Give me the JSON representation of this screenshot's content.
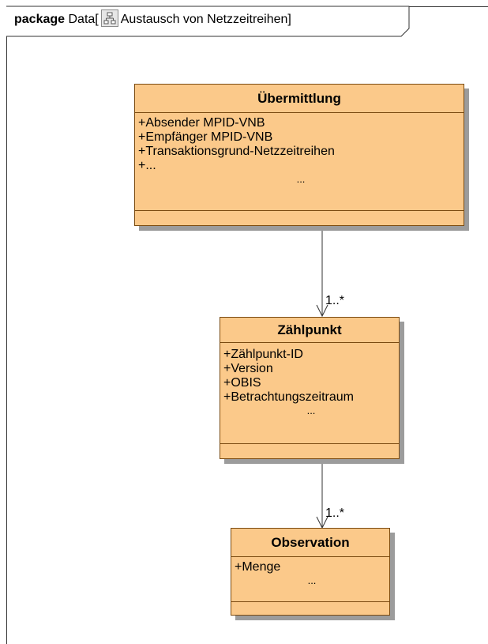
{
  "package": {
    "keyword": "package",
    "name_prefix": "Data[",
    "diagram_name": "Austausch von Netzzeitreihen]"
  },
  "classes": [
    {
      "name": "Übermittlung",
      "attributes": [
        "+Absender MPID-VNB",
        "+Empfänger MPID-VNB",
        "+Transaktionsgrund-Netzzeitreihen",
        "+..."
      ],
      "more": "..."
    },
    {
      "name": "Zählpunkt",
      "attributes": [
        "+Zählpunkt-ID",
        "+Version",
        "+OBIS",
        "+Betrachtungszeitraum"
      ],
      "more": "..."
    },
    {
      "name": "Observation",
      "attributes": [
        "+Menge"
      ],
      "more": "..."
    }
  ],
  "associations": [
    {
      "from": "Übermittlung",
      "to": "Zählpunkt",
      "multiplicity": "1..*"
    },
    {
      "from": "Zählpunkt",
      "to": "Observation",
      "multiplicity": "1..*"
    }
  ]
}
